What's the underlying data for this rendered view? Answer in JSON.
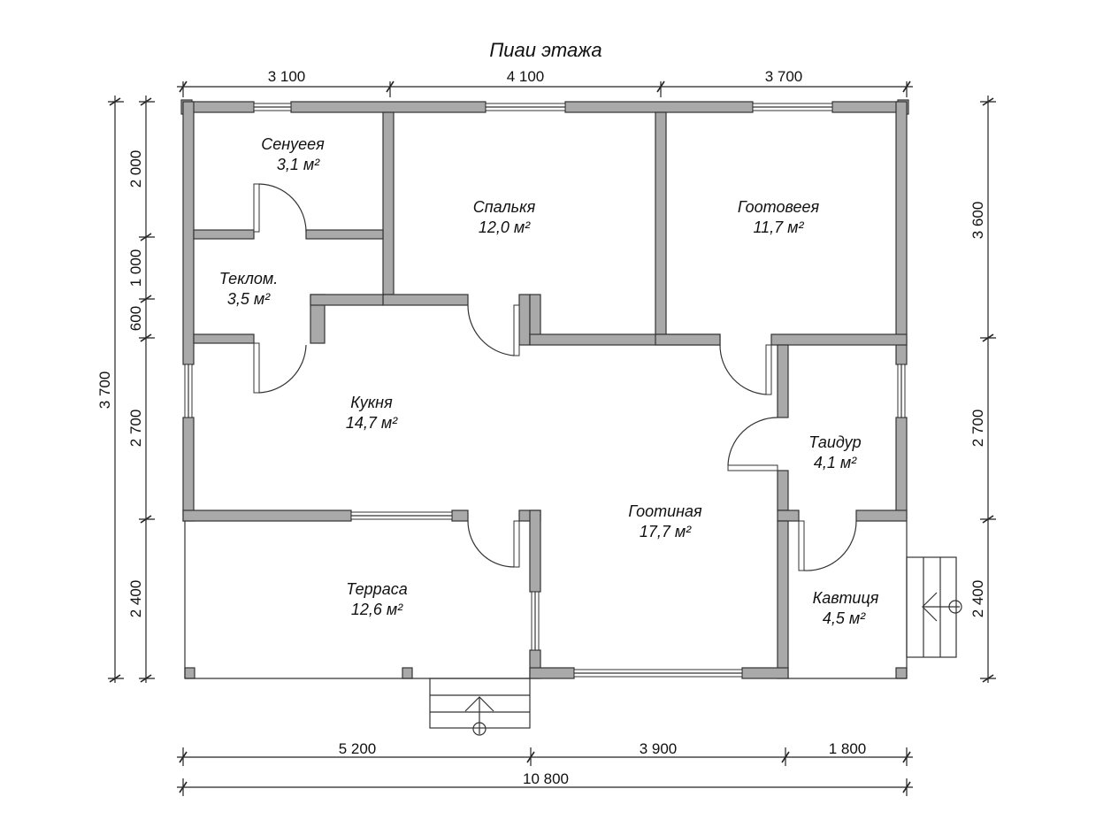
{
  "title": "Пиаи этажа",
  "dimensions": {
    "top": [
      "3 100",
      "4 100",
      "3 700"
    ],
    "bottom": [
      "5 200",
      "3 900",
      "1 800"
    ],
    "bottom_total": "10 800",
    "left_inner": [
      "2 000",
      "1 000",
      "600",
      "2 700",
      "2 400"
    ],
    "left_total": "3 700",
    "right": [
      "3 600",
      "2 700",
      "2 400"
    ]
  },
  "rooms": [
    {
      "name": "Сенуеея",
      "area": "3,1 м²"
    },
    {
      "name": "Спалькя",
      "area": "12,0 м²"
    },
    {
      "name": "Гоотовеея",
      "area": "11,7 м²"
    },
    {
      "name": "Теклом.",
      "area": "3,5 м²"
    },
    {
      "name": "Кукня",
      "area": "14,7 м²"
    },
    {
      "name": "Таидур",
      "area": "4,1 м²"
    },
    {
      "name": "Гоотиная",
      "area": "17,7 м²"
    },
    {
      "name": "Терраса",
      "area": "12,6 м²"
    },
    {
      "name": "Кавтиця",
      "area": "4,5 м²"
    }
  ]
}
